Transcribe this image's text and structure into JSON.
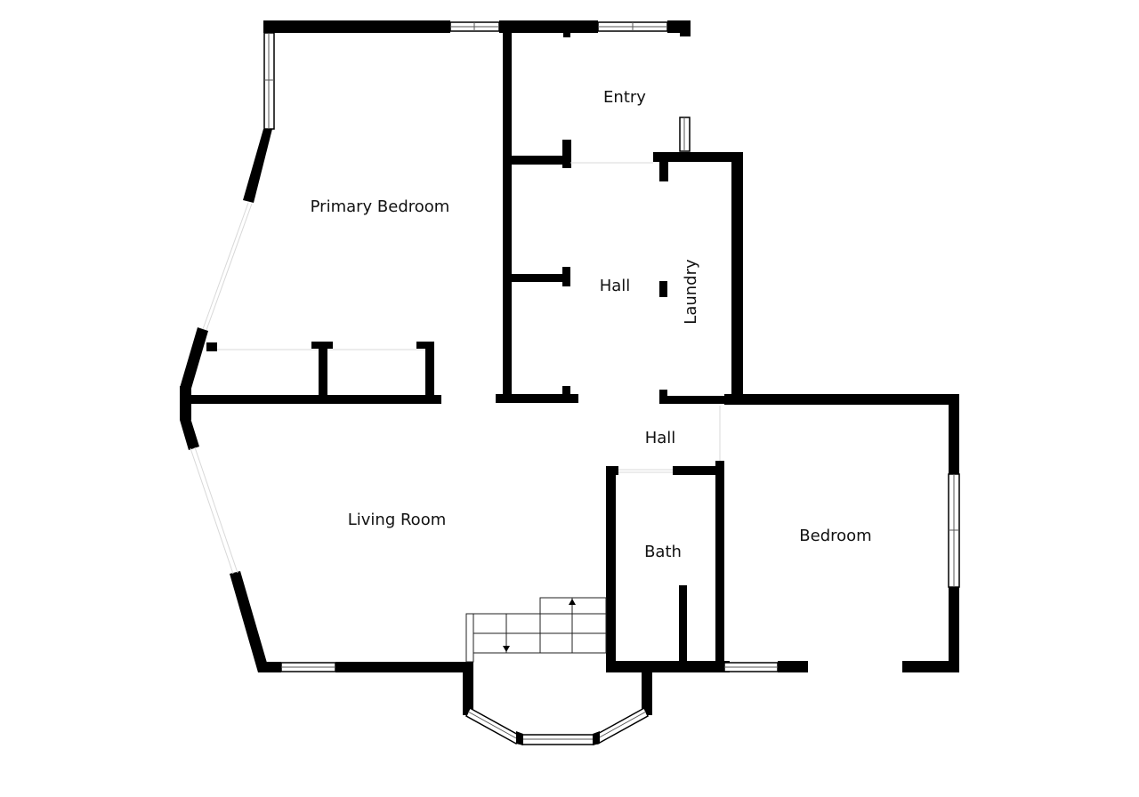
{
  "rooms": {
    "entry": "Entry",
    "primary_bedroom": "Primary Bedroom",
    "hall_upper": "Hall",
    "laundry": "Laundry",
    "hall_lower": "Hall",
    "living_room": "Living Room",
    "bath": "Bath",
    "bedroom": "Bedroom"
  },
  "colors": {
    "wall": "#000000",
    "background": "#ffffff"
  }
}
